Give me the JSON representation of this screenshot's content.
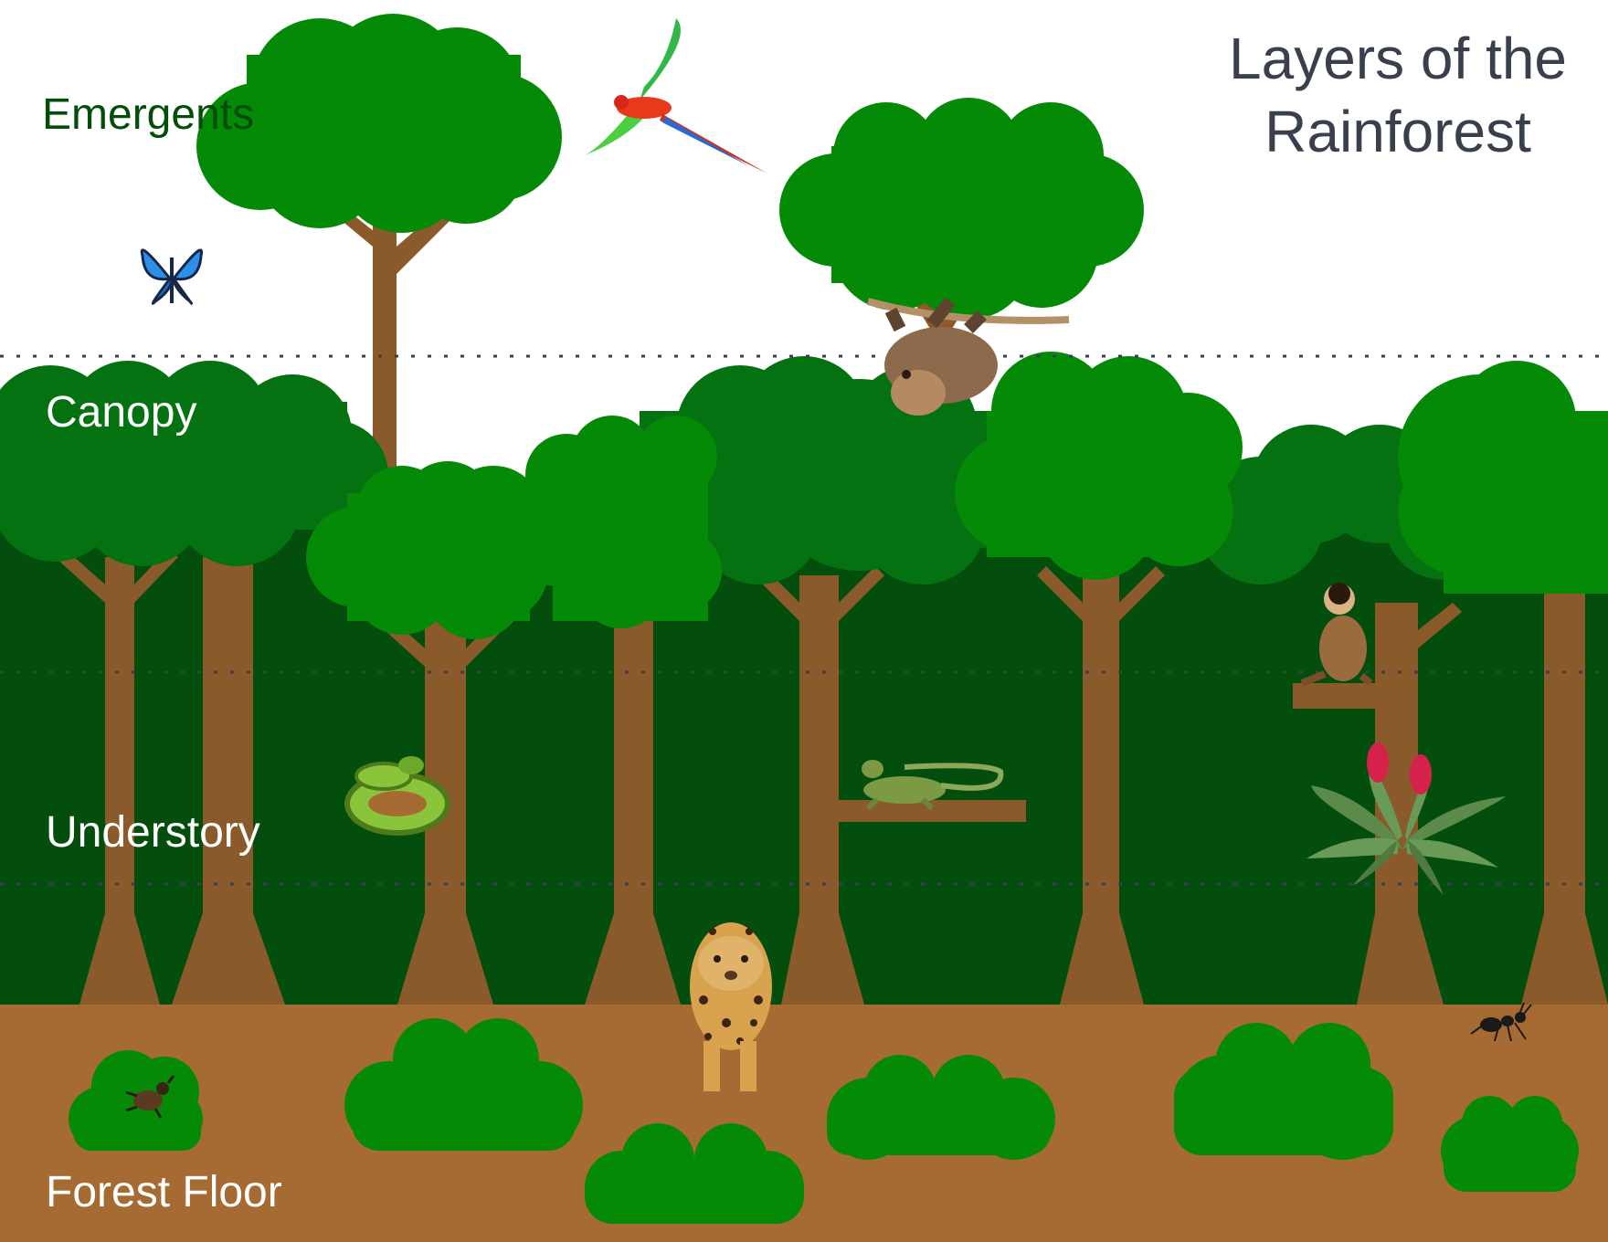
{
  "title": {
    "line1": "Layers of the",
    "line2": "Rainforest"
  },
  "layers": {
    "emergents": "Emergents",
    "canopy": "Canopy",
    "understory": "Understory",
    "forest_floor": "Forest Floor"
  },
  "colors": {
    "background": "#ffffff",
    "understory_bg": "#034e0c",
    "ground": "#a66b33",
    "trunk": "#8b5a2b",
    "foliage_bright": "#058a08",
    "foliage_dark": "#057211",
    "emergents_label": "#024d08",
    "layer_label": "#ffffff",
    "title": "#3a3f4e",
    "divider": "#3a3f4e"
  },
  "animals": [
    "macaw-icon",
    "morpho-butterfly-icon",
    "sloth-icon",
    "capuchin-monkey-icon",
    "emerald-tree-boa-icon",
    "iguana-icon",
    "bromeliad-icon",
    "jaguar-icon",
    "beetle-icon",
    "ant-icon"
  ]
}
